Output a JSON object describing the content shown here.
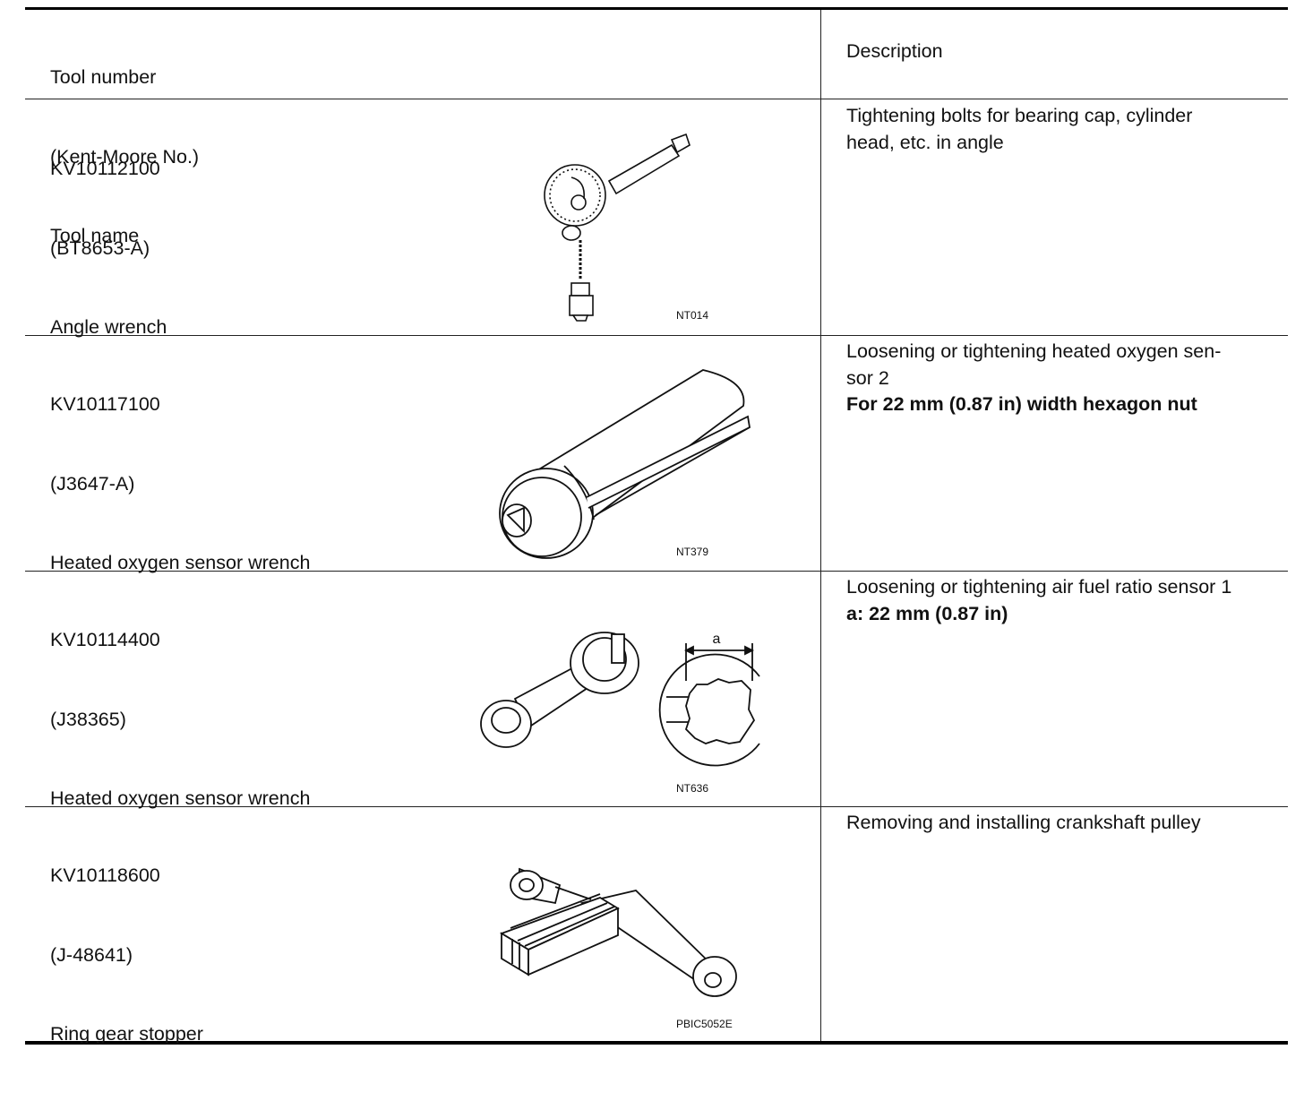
{
  "header": {
    "tool_col": [
      "Tool number",
      "(Kent-Moore No.)",
      "Tool name"
    ],
    "desc_col": "Description"
  },
  "rows": [
    {
      "number": "KV10112100",
      "kent_moore": "(BT8653-A)",
      "name": "Angle wrench",
      "figure_id": "NT014",
      "figure_icon": "angle-wrench-illustration",
      "description": [
        "Tightening bolts for bearing cap, cylinder",
        "head, etc. in angle"
      ],
      "description_bold": ""
    },
    {
      "number": "KV10117100",
      "kent_moore": "(J3647-A)",
      "name": "Heated oxygen sensor wrench",
      "figure_id": "NT379",
      "figure_icon": "socket-wrench-illustration",
      "description": [
        "Loosening or tightening heated oxygen sen-",
        "sor 2"
      ],
      "description_bold": "For 22 mm (0.87 in) width hexagon nut"
    },
    {
      "number": "KV10114400",
      "kent_moore": "(J38365)",
      "name": "Heated oxygen sensor wrench",
      "figure_id": "NT636",
      "figure_icon": "ring-wrench-illustration",
      "dimension_label": "a",
      "description": [
        "Loosening or tightening air fuel ratio sensor 1"
      ],
      "description_bold": "a: 22 mm (0.87 in)"
    },
    {
      "number": "KV10118600",
      "kent_moore": "(J-48641)",
      "name": "Ring gear stopper",
      "figure_id": "PBIC5052E",
      "figure_icon": "ring-gear-stopper-illustration",
      "description": [
        "Removing and installing crankshaft pulley"
      ],
      "description_bold": ""
    }
  ]
}
